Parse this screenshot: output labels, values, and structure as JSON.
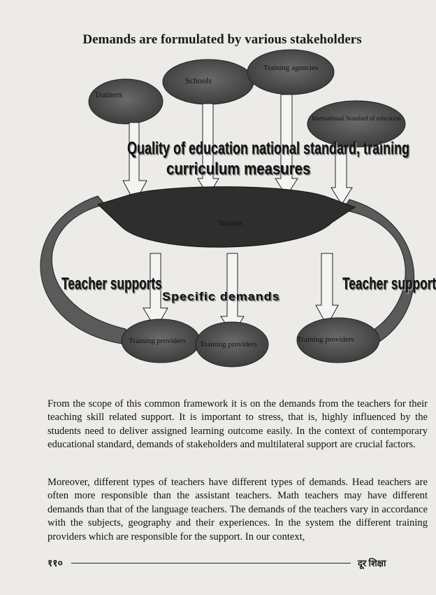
{
  "diagram": {
    "title": "Demands are formulated by various stakeholders",
    "stakeholders": [
      "Trainers",
      "Schools",
      "Training agencies",
      "International Standard of education"
    ],
    "center": "Teachers",
    "overlay_line1": "Quality of education national standard, training",
    "overlay_line2": "curriculum measures",
    "left_label": "Teacher supports",
    "right_label": "Teacher supports",
    "middle_label": "Specific demands",
    "providers": [
      "Training providers",
      "Training providers",
      "Training providers"
    ]
  },
  "paragraphs": [
    "From the scope of this common framework it is on the demands from the teachers for their teaching skill related support. It is important to stress, that is, highly influenced by the students need to deliver assigned learning outcome easily. In the context of contemporary educational standard, demands of stakeholders and multilateral support are crucial factors.",
    "Moreover, different types of teachers have different types of demands. Head teachers are often more responsible than the assistant teachers. Math teachers may have different demands than that of the language teachers. The demands of the teachers vary in accordance with the subjects, geography and their experiences. In the system the different training providers which are responsible for the support. In our context,"
  ],
  "footer": {
    "page_number": "११०",
    "journal": "दूर शिक्षा"
  }
}
